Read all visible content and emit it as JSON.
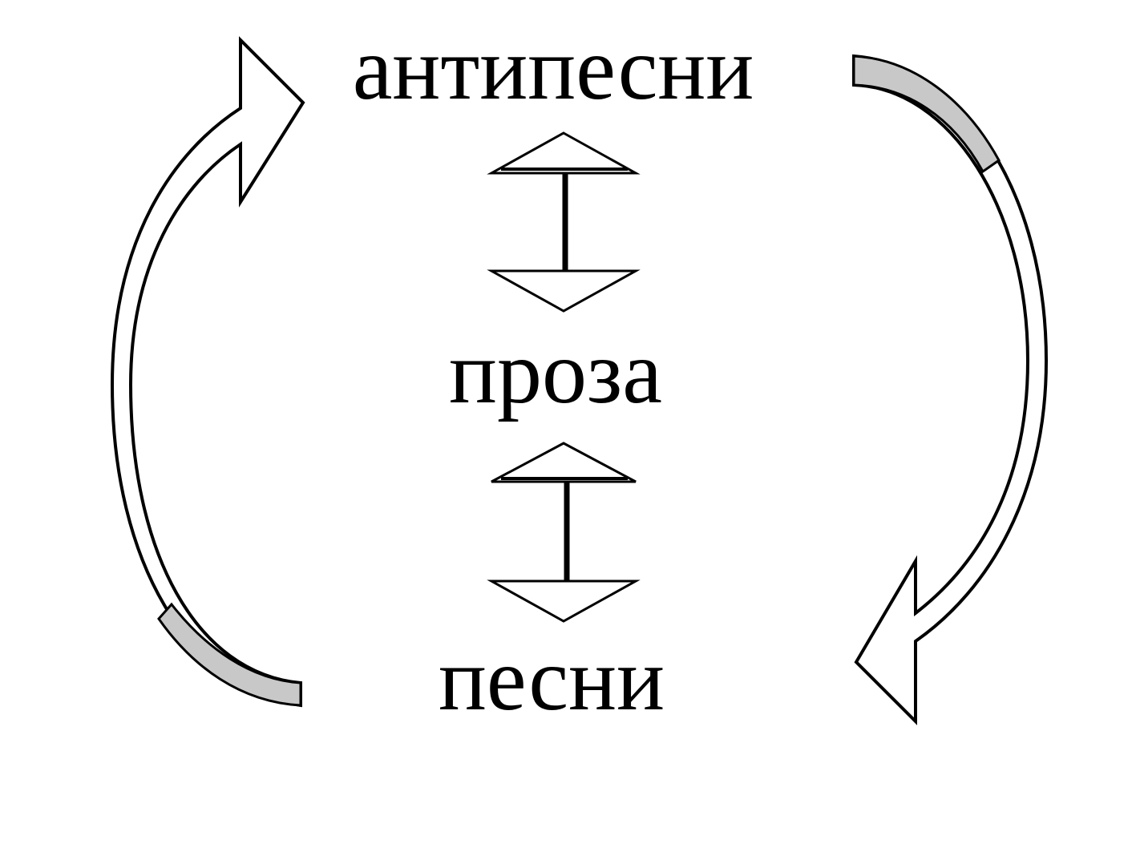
{
  "diagram": {
    "labels": {
      "top": "антипесни",
      "middle": "проза",
      "bottom": "песни"
    },
    "colors": {
      "stroke": "#000000",
      "arrow_fill": "#ffffff",
      "band_fill": "#c8c8c8",
      "background": "#ffffff"
    },
    "connectors": [
      {
        "from": "top",
        "to": "middle",
        "kind": "bidirectional"
      },
      {
        "from": "middle",
        "to": "bottom",
        "kind": "bidirectional"
      },
      {
        "from": "bottom",
        "to": "top",
        "kind": "curved-arrow"
      },
      {
        "from": "top",
        "to": "bottom",
        "kind": "curved-arrow"
      }
    ]
  }
}
